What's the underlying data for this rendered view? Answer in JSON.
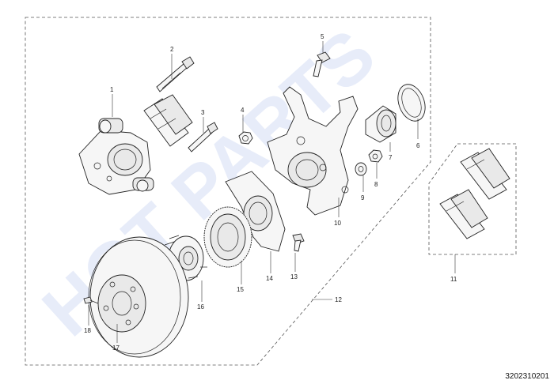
{
  "watermark": "HOT PARTS",
  "document_number": "3202310201",
  "callouts": {
    "c1": "1",
    "c2": "2",
    "c3": "3",
    "c4": "4",
    "c5": "5",
    "c6": "6",
    "c7": "7",
    "c8": "8",
    "c9": "9",
    "c10": "10",
    "c11": "11",
    "c12": "12",
    "c13": "13",
    "c14": "14",
    "c15": "15",
    "c16": "16",
    "c17": "17",
    "c18": "18"
  }
}
